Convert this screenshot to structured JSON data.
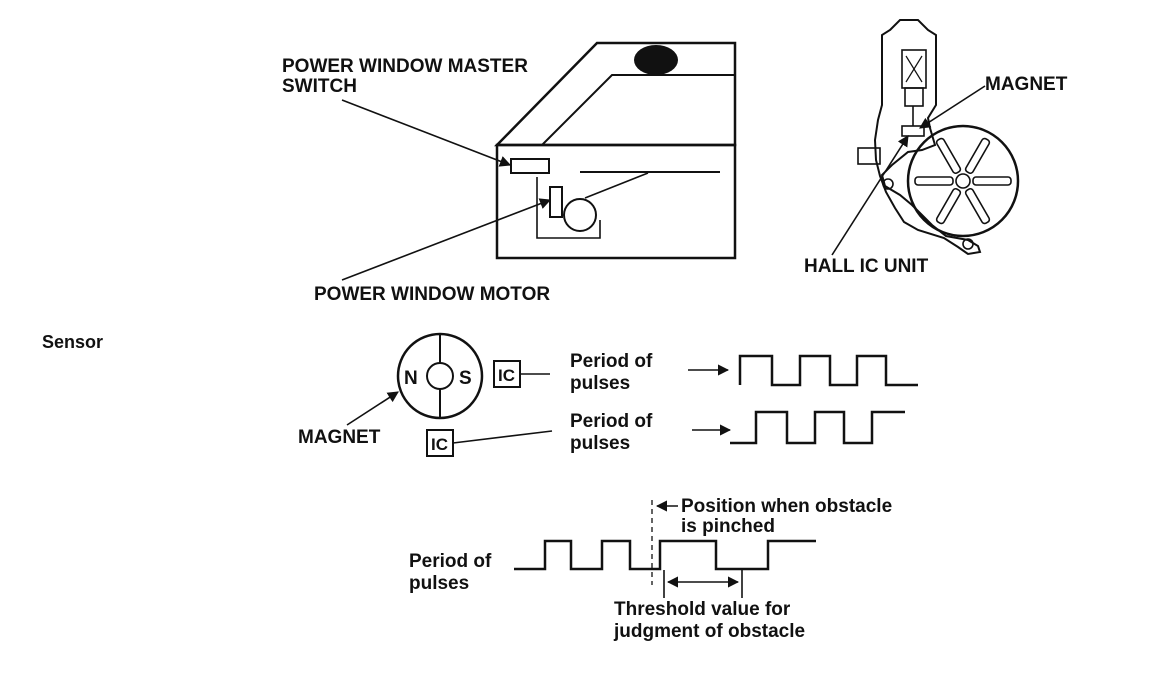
{
  "labels": {
    "master_switch_line1": "POWER WINDOW MASTER",
    "master_switch_line2": "SWITCH",
    "window_motor": "POWER WINDOW MOTOR",
    "magnet_top": "MAGNET",
    "hall_ic_unit": "HALL IC UNIT",
    "sensor": "Sensor",
    "pole_n": "N",
    "pole_s": "S",
    "ic_upper": "IC",
    "ic_lower": "IC",
    "magnet_sensor": "MAGNET",
    "period_upper_line1": "Period of",
    "period_upper_line2": "pulses",
    "period_middle_line1": "Period of",
    "period_middle_line2": "pulses",
    "period_bottom_line1": "Period of",
    "period_bottom_line2": "pulses",
    "obstacle_line1": "Position when obstacle",
    "obstacle_line2": "is pinched",
    "threshold_line1": "Threshold value for",
    "threshold_line2": "judgment of obstacle"
  },
  "colors": {
    "ink": "#111111",
    "paper": "#ffffff"
  }
}
